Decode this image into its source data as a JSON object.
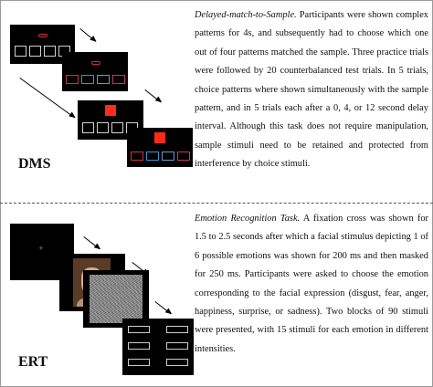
{
  "dms": {
    "label": "DMS",
    "text_lead": "Delayed-match-to-Sample.",
    "text_body": " Participants were shown complex patterns for 4s, and subsequently had to choose which one out of four patterns matched the sample. Three practice trials were followed by 20 counterbalanced test trials. In 5 trials, choice patterns where shown simultaneously with the sample pattern, and in 5 trials each after a 0, 4, or 12 second delay interval. Although this task does not require manipulation, sample stimuli need to be retained and protected from interference by choice stimuli."
  },
  "ert": {
    "label": "ERT",
    "text_lead": "Emotion Recognition Task.",
    "text_body": " A fixation cross was shown for 1.5 to 2.5 seconds after which a facial stimulus depicting 1 of 6 possible emotions was shown for 200 ms and then masked for 250 ms. Participants were asked to choose the emotion corresponding to the facial expression (disgust, fear, anger, happiness, surprise, or sadness). Two blocks of 90 stimuli were presented, with 15 stimuli for each emotion in different intensities.",
    "fixation_mark": "+"
  },
  "colors": {
    "screen": "#000000",
    "sample_red": "#ff2a1a",
    "arrow": "#000000"
  }
}
